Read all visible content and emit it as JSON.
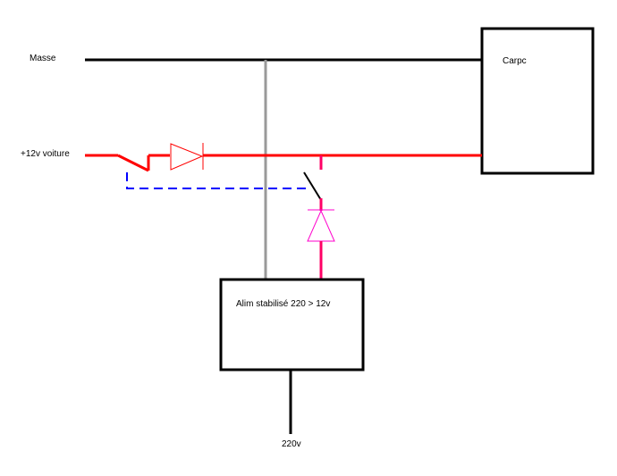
{
  "labels": {
    "masse": "Masse",
    "plus12v": "+12v voiture",
    "carpc": "Carpc",
    "alim": "Alim stabilisé 220 > 12v",
    "v220": "220v"
  },
  "colors": {
    "ground": "#000000",
    "plus12v": "#ff0000",
    "alim_output": "#ff0066",
    "relay_link": "#0000ff",
    "chassis": "#999999",
    "diode_red": "#ff0000",
    "diode_pink": "#ff00cc",
    "box_border": "#000000"
  },
  "components": {
    "diode_main": "diode-icon",
    "diode_alim": "diode-icon",
    "switch_main": "switch-icon",
    "switch_alim": "switch-icon"
  }
}
